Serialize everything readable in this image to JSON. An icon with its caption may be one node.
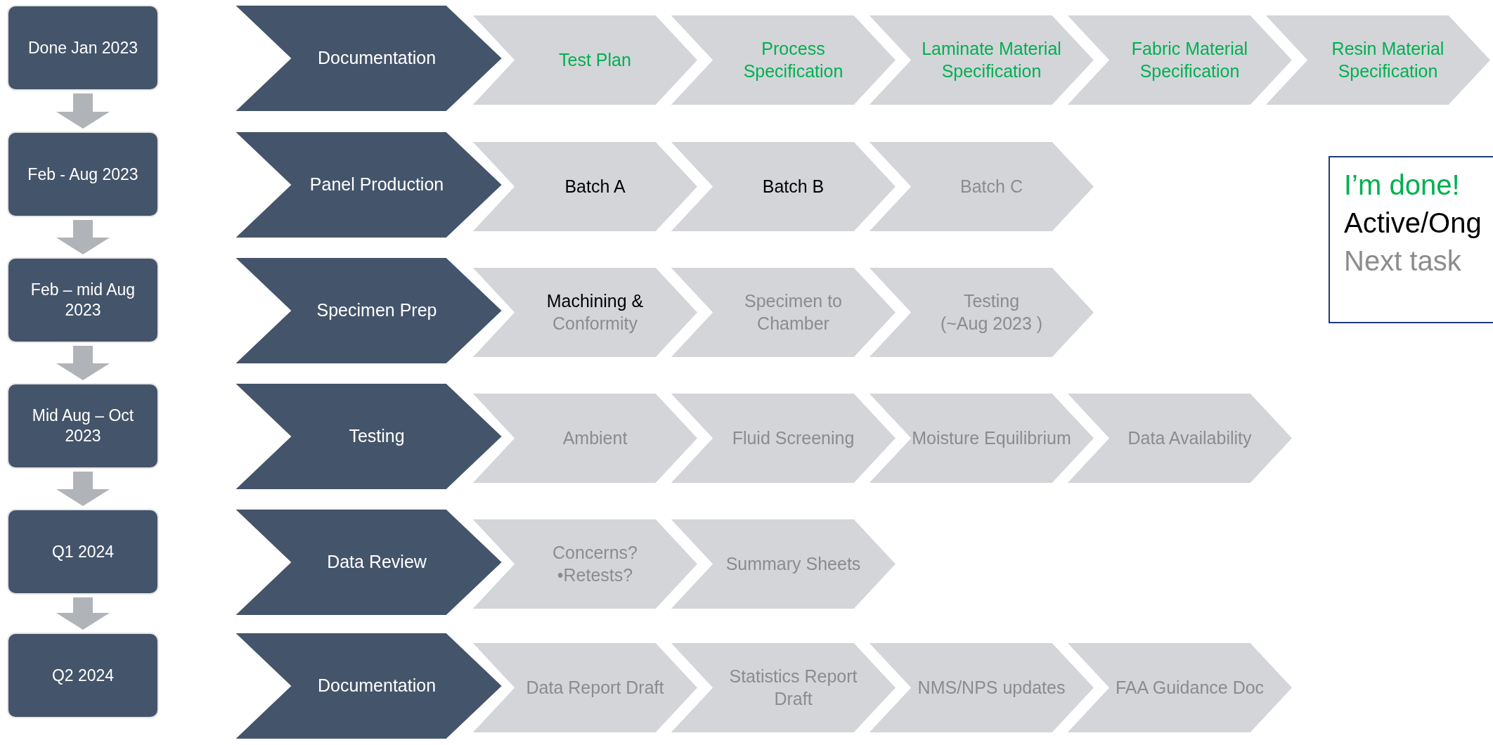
{
  "diagram": {
    "nodes": [
      {
        "text": [
          "Done Jan 2023"
        ]
      },
      {
        "text": [
          "Documentation"
        ]
      },
      {
        "text": [
          "Test Plan"
        ]
      },
      {
        "text": [
          "Process Specification"
        ]
      },
      {
        "text": [
          "Laminate Material Specification"
        ]
      },
      {
        "text": [
          "Fabric Material Specification"
        ]
      },
      {
        "text": [
          "Resin Material Specification"
        ]
      },
      {
        "text": [
          "Feb - Aug 2023"
        ]
      },
      {
        "text": [
          "Panel Production"
        ]
      },
      {
        "text": [
          "Batch A"
        ]
      },
      {
        "text": [
          "Batch B"
        ]
      },
      {
        "text": [
          "Batch C"
        ]
      },
      {
        "text": [
          "Feb – mid Aug 2023"
        ]
      },
      {
        "text": [
          "Specimen Prep"
        ]
      },
      {
        "text": [
          "Machining &",
          "Conformity"
        ]
      },
      {
        "text": [
          "Specimen to Chamber"
        ]
      },
      {
        "text": [
          "Testing",
          "(~Aug 2023 )"
        ]
      },
      {
        "text": [
          "Mid Aug – Oct 2023"
        ]
      },
      {
        "text": [
          "Testing"
        ]
      },
      {
        "text": [
          "Ambient"
        ]
      },
      {
        "text": [
          "Fluid Screening"
        ]
      },
      {
        "text": [
          "Moisture Equilibrium"
        ]
      },
      {
        "text": [
          "Data Availability"
        ]
      },
      {
        "text": [
          "Q1 2024"
        ]
      },
      {
        "text": [
          "Data Review"
        ]
      },
      {
        "text": [
          "Concerns?",
          "•Retests?"
        ]
      },
      {
        "text": [
          "Summary Sheets"
        ]
      },
      {
        "text": [
          "Q2 2024"
        ]
      },
      {
        "text": [
          "Documentation"
        ]
      },
      {
        "text": [
          "Data Report Draft"
        ]
      },
      {
        "text": [
          "Statistics Report Draft"
        ]
      },
      {
        "text": [
          "NMS/NPS updates"
        ]
      },
      {
        "text": [
          "FAA Guidance Doc"
        ]
      }
    ],
    "edges": [
      {
        "from": 0,
        "to": 7,
        "arrow": "to",
        "style": "thick"
      },
      {
        "from": 7,
        "to": 12,
        "arrow": "to",
        "style": "thick"
      },
      {
        "from": 12,
        "to": 17,
        "arrow": "to",
        "style": "thick"
      },
      {
        "from": 17,
        "to": 23,
        "arrow": "to",
        "style": "thick"
      },
      {
        "from": 23,
        "to": 27,
        "arrow": "to",
        "style": "thick"
      }
    ],
    "legend": [
      {
        "text": "I’m done!",
        "color": "#00b050"
      },
      {
        "text": "Active/Ong",
        "color": "#000000"
      },
      {
        "text": "Next task",
        "color": "#8c8c8c"
      }
    ]
  }
}
